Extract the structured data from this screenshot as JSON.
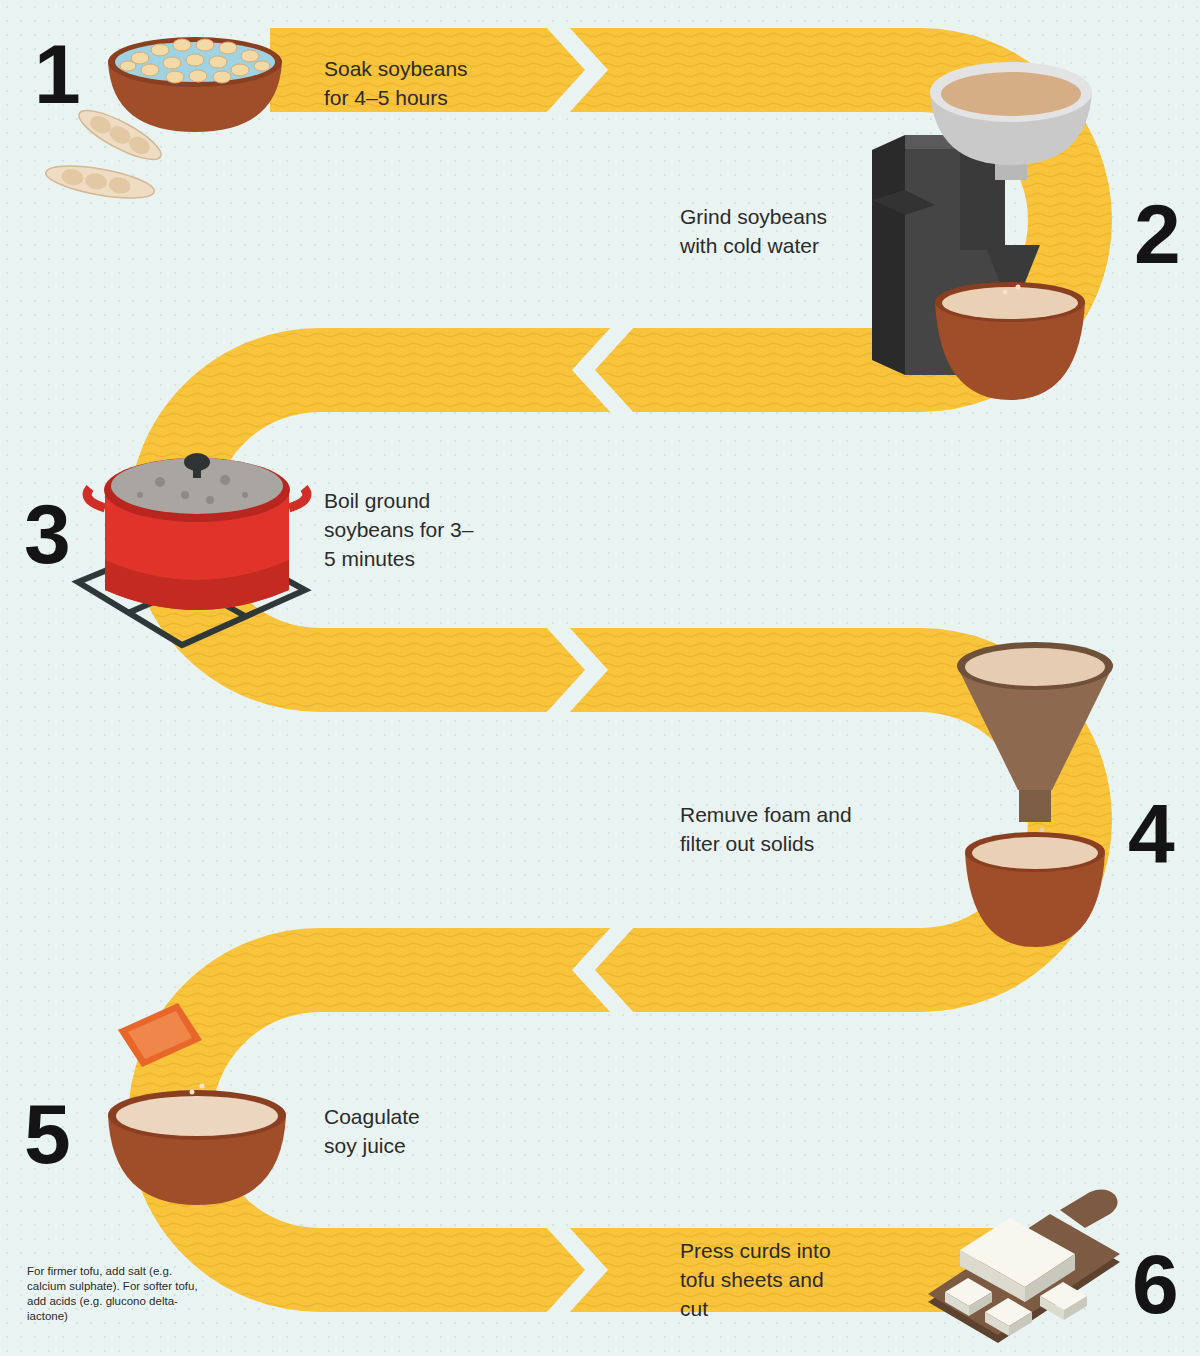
{
  "diagram": {
    "labels": [
      "1",
      "Soak soybeans for 4–5 hours",
      "2",
      "Grind soybeans with cold water",
      "3",
      "Boil ground soybeans for 3–5 minutes",
      "4",
      "Remuve foam and filter out solids",
      "5",
      "Coagulate soy juice",
      "For firmer tofu, add salt (e.g. calcium sulphate). For softer tofu, add acids (e.g. glucono delta-iactone)",
      "6",
      "Press curds into tofu sheets and cut"
    ]
  }
}
